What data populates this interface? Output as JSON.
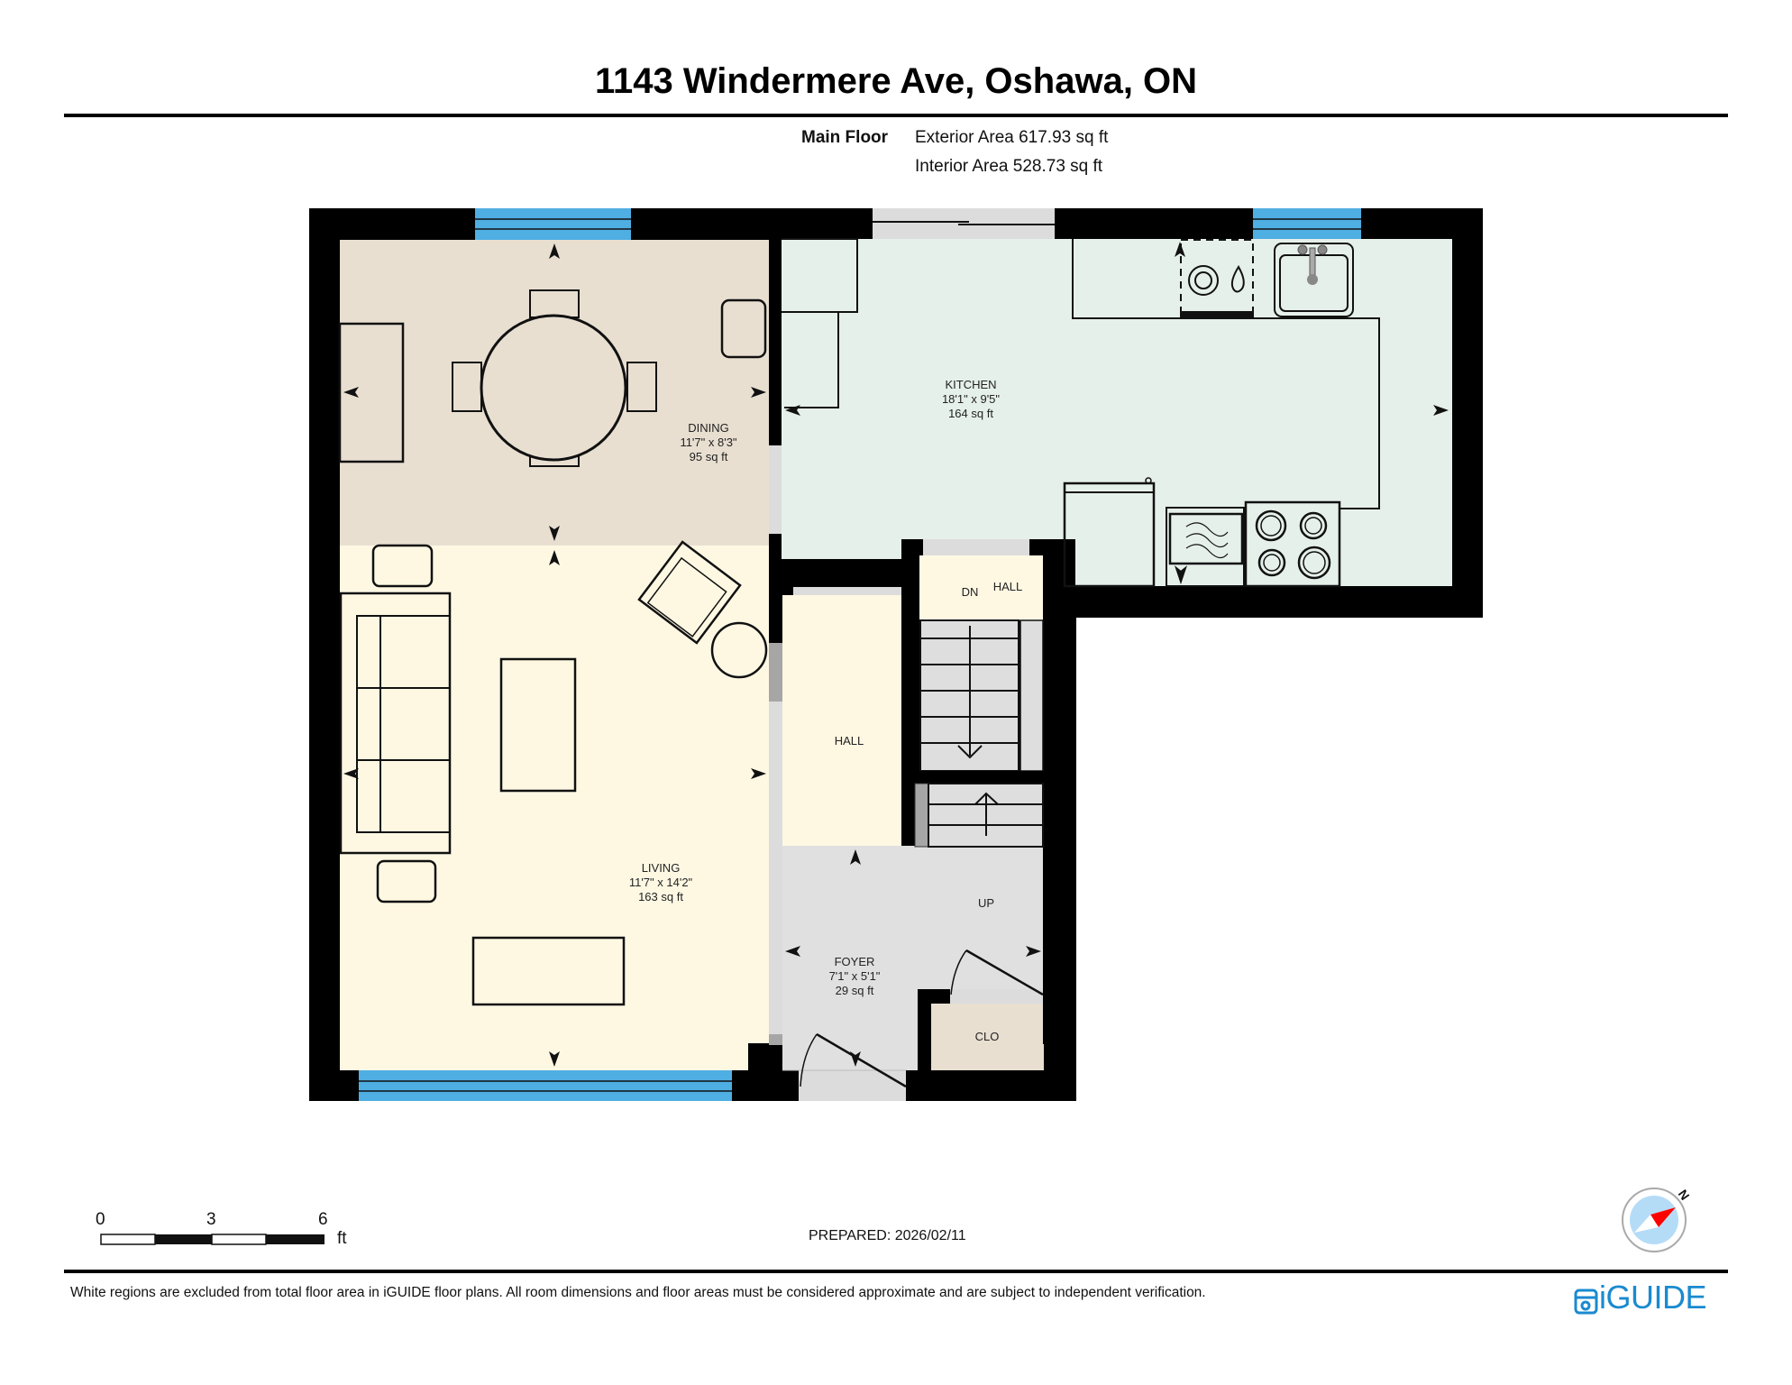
{
  "header": {
    "title": "1143 Windermere Ave, Oshawa, ON",
    "floor_name": "Main Floor",
    "exterior_area": "Exterior Area 617.93 sq ft",
    "interior_area": "Interior Area 528.73 sq ft"
  },
  "rooms": {
    "dining": {
      "name": "DINING",
      "dims": "11'7\" x 8'3\"",
      "area": "95 sq ft",
      "color": "#e8dfd1"
    },
    "living": {
      "name": "LIVING",
      "dims": "11'7\" x 14'2\"",
      "area": "163 sq ft",
      "color": "#fef8e3"
    },
    "kitchen": {
      "name": "KITCHEN",
      "dims": "18'1\" x 9'5\"",
      "area": "164 sq ft",
      "color": "#e6f0ea"
    },
    "hall_main": {
      "name": "HALL",
      "color": "#fef8e3"
    },
    "hall_upper": {
      "name": "HALL",
      "color": "#fef8e3"
    },
    "foyer": {
      "name": "FOYER",
      "dims": "7'1\" x 5'1\"",
      "area": "29 sq ft",
      "color": "#e0e0e0"
    },
    "closet": {
      "name": "CLO",
      "color": "#e8dfd1"
    }
  },
  "stairs": {
    "down_label": "DN",
    "up_label": "UP"
  },
  "colors": {
    "wall": "#000000",
    "window": "#4faee2",
    "opening": "#dcdcdc",
    "stairs": "#dedede"
  },
  "scale_bar": {
    "labels": [
      "0",
      "3",
      "6"
    ],
    "unit": "ft"
  },
  "prepared": "PREPARED: 2026/02/11",
  "compass": {
    "north_label": "N"
  },
  "footer": {
    "disclaimer": "White regions are excluded from total floor area in iGUIDE floor plans. All room dimensions and floor areas must be considered approximate and are subject to independent verification.",
    "logo": "iGUIDE"
  }
}
